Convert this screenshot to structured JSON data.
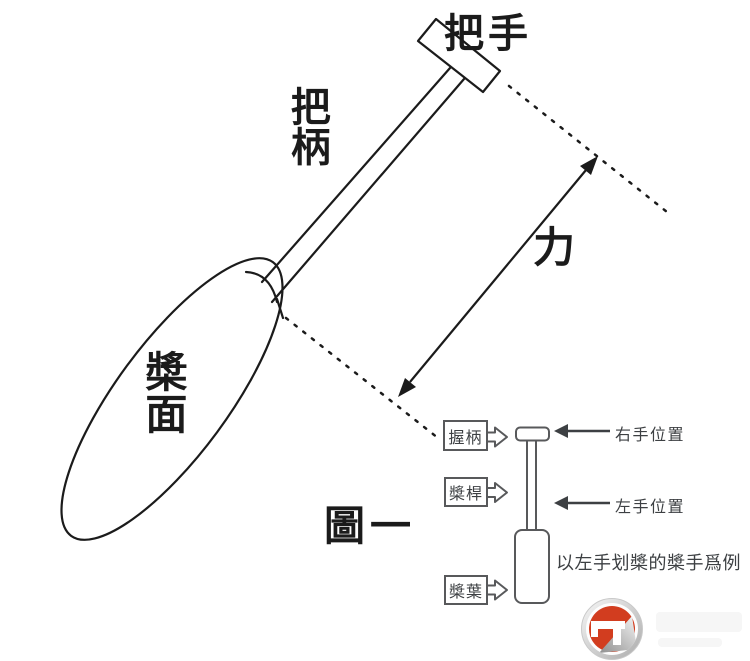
{
  "diagram": {
    "figure_caption": "圖一",
    "labels": {
      "handle": "把手",
      "shaft": "把柄",
      "blade_face": "槳面",
      "force": "力"
    }
  },
  "inset": {
    "callouts": {
      "grip": "握柄",
      "shaft": "槳桿",
      "blade": "槳葉"
    },
    "positions": {
      "right_hand": "右手位置",
      "left_hand": "左手位置"
    },
    "note": "以左手划槳的槳手爲例"
  },
  "icons": {
    "force_arrow": "double-headed-arrow",
    "hand_position_arrows": "left-arrow",
    "callout_pointers": "hollow-right-arrow",
    "logo": "red-circle-brand-logo"
  },
  "colors": {
    "ink": "#1b1b1b",
    "inset_line": "#58595b",
    "inset_text": "#3d4043",
    "logo_red": "#d23d1f",
    "logo_silver": "#c2c2c2"
  }
}
